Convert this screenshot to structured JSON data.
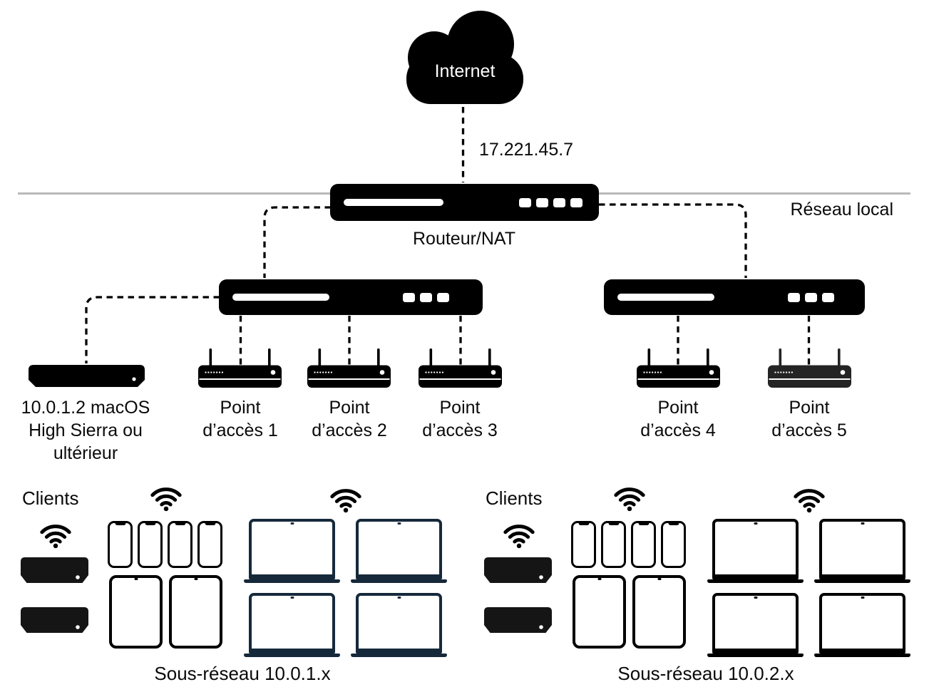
{
  "internet_label": "Internet",
  "wan_ip": "17.221.45.7",
  "router_label": "Routeur/NAT",
  "lan_label": "Réseau local",
  "server_label_lines": [
    "10.0.1.2 macOS",
    "High Sierra ou",
    "ultérieur"
  ],
  "access_points": [
    {
      "line1": "Point",
      "line2": "d’accès 1"
    },
    {
      "line1": "Point",
      "line2": "d’accès 2"
    },
    {
      "line1": "Point",
      "line2": "d’accès 3"
    },
    {
      "line1": "Point",
      "line2": "d’accès 4"
    },
    {
      "line1": "Point",
      "line2": "d’accès 5"
    }
  ],
  "subnets": [
    {
      "clients_label": "Clients",
      "subnet_label": "Sous-réseau 10.0.1.x",
      "laptop_color": "#16293b"
    },
    {
      "clients_label": "Clients",
      "subnet_label": "Sous-réseau 10.0.2.x",
      "laptop_color": "#000000"
    }
  ],
  "colors": {
    "device_black": "#000000",
    "access_point_5_body": "#242424",
    "lan_line_gray": "#b9b9b9",
    "cloud_black": "#000000",
    "text": "#0a0a0a"
  }
}
